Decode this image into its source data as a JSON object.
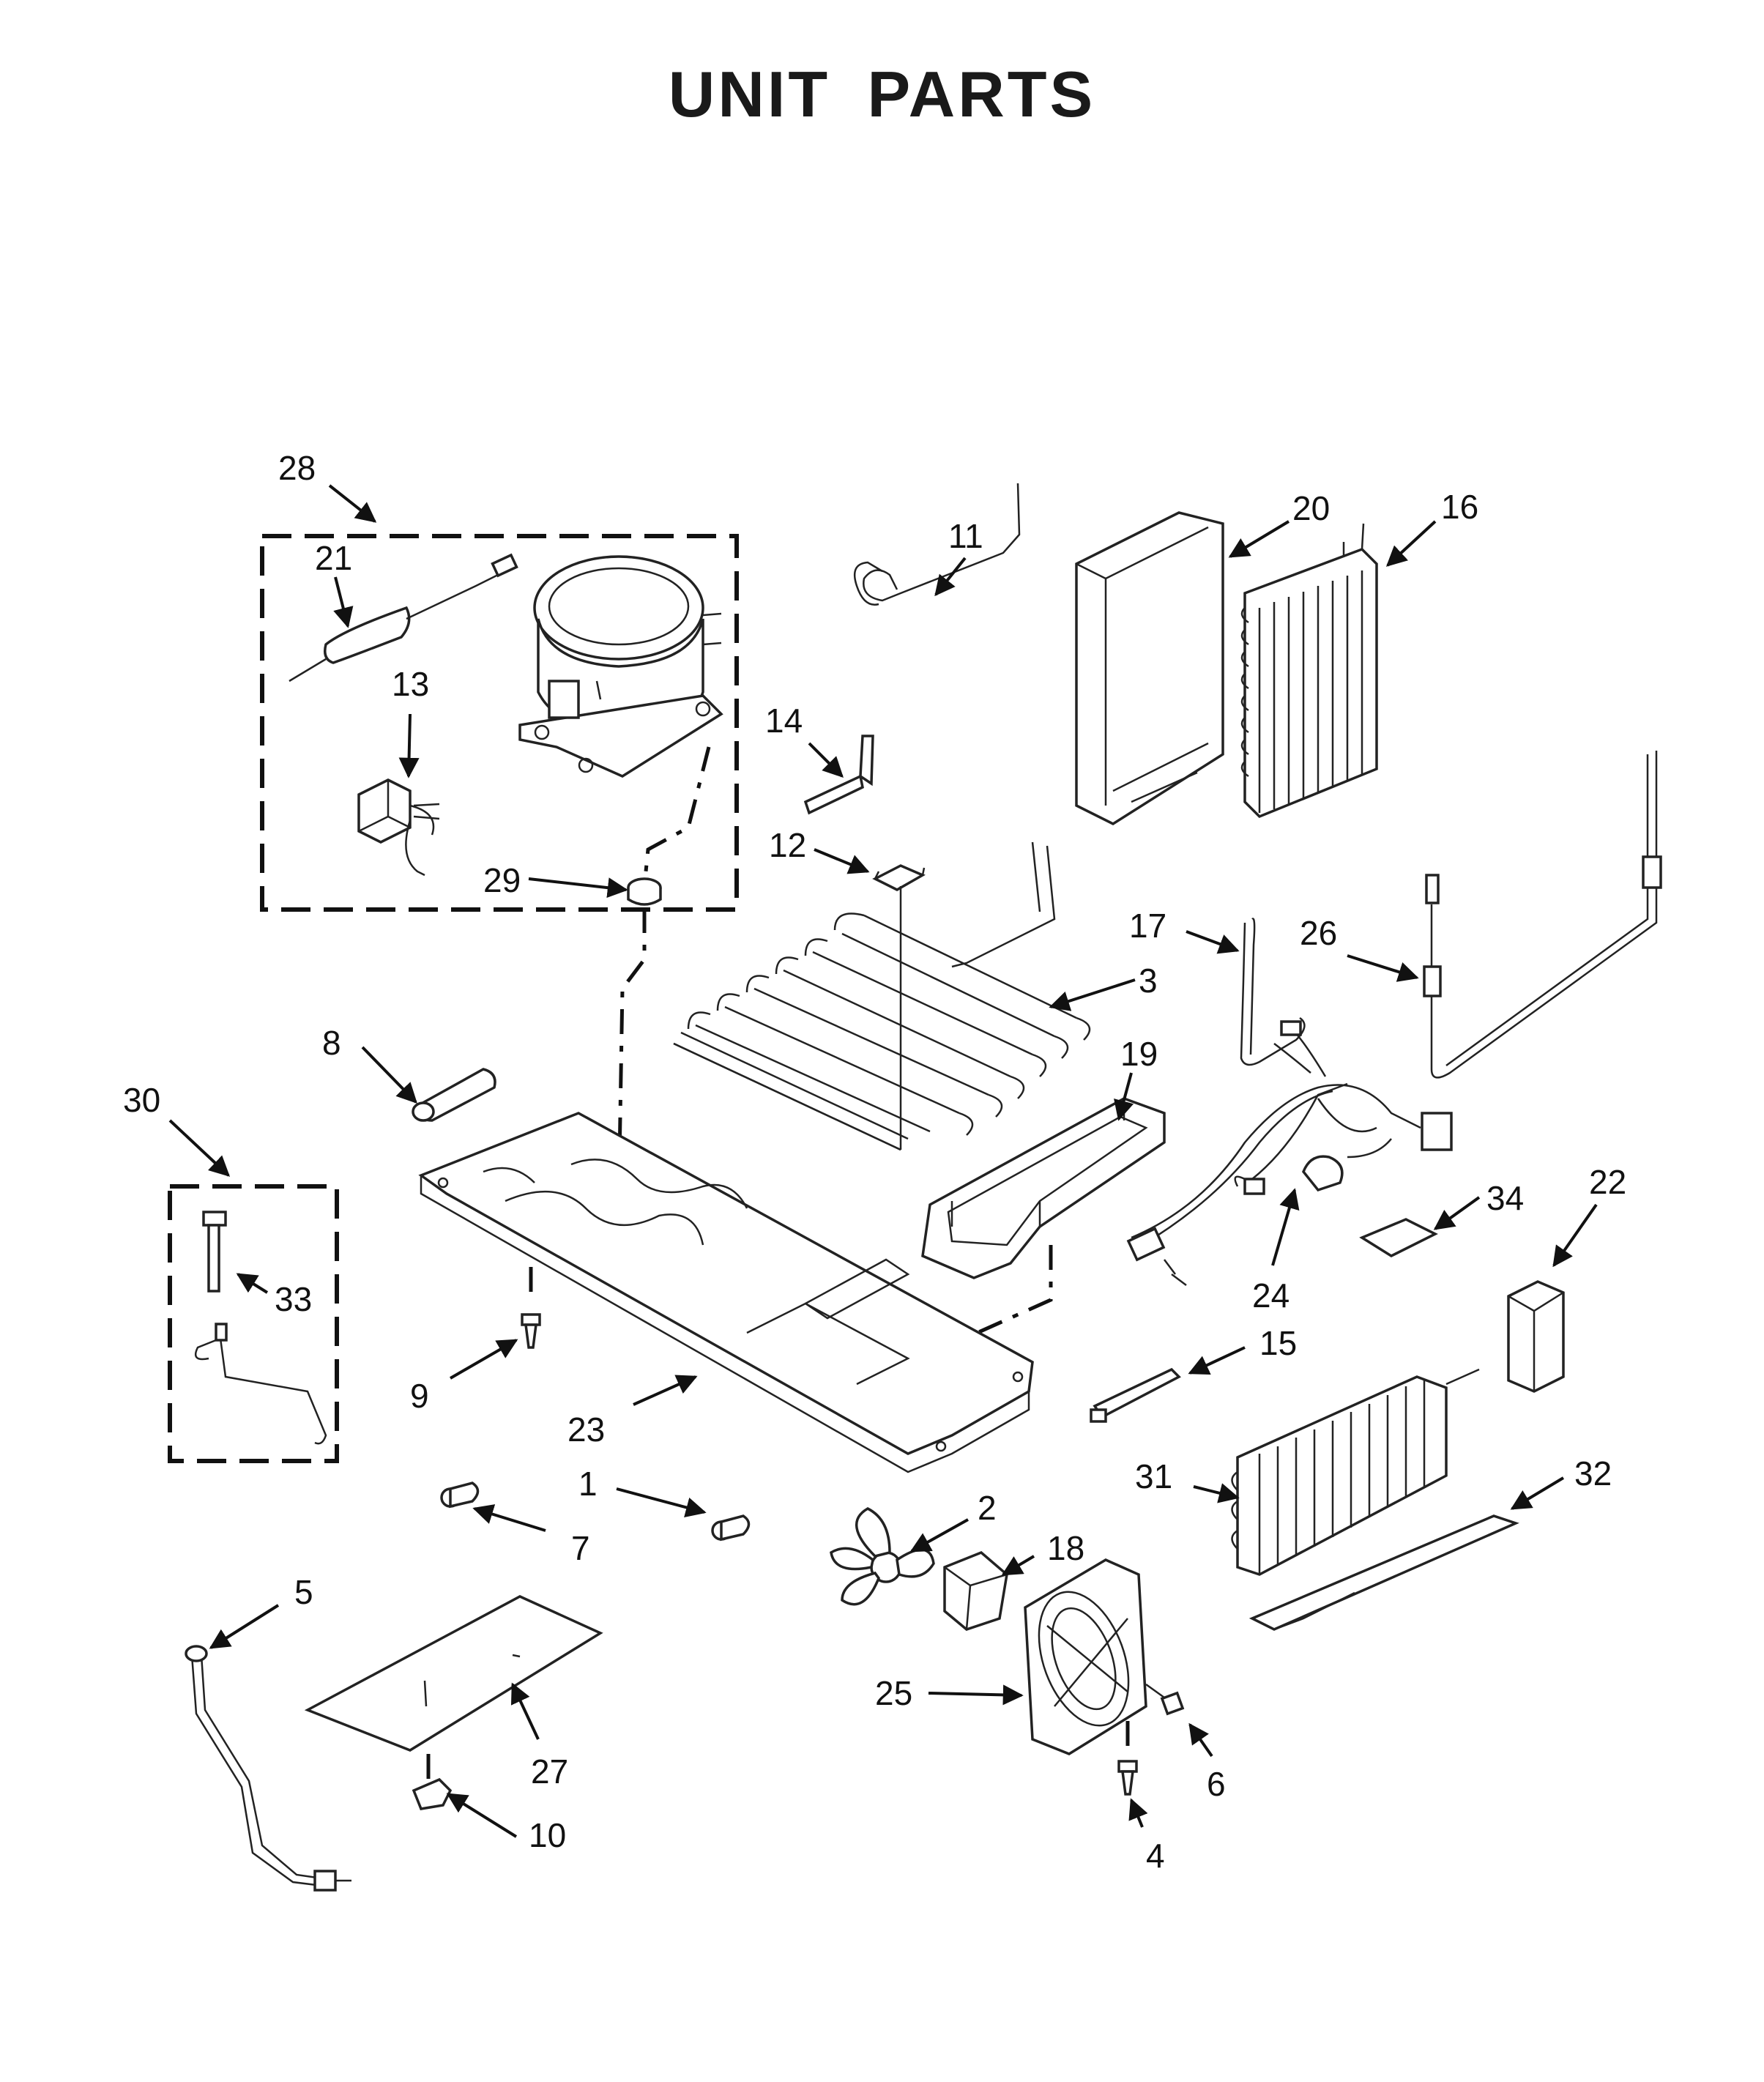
{
  "title": "UNIT PARTS",
  "callouts": {
    "c1": "1",
    "c2": "2",
    "c3": "3",
    "c4": "4",
    "c5": "5",
    "c6": "6",
    "c7": "7",
    "c8": "8",
    "c9": "9",
    "c10": "10",
    "c11": "11",
    "c12": "12",
    "c13": "13",
    "c14": "14",
    "c15": "15",
    "c16": "16",
    "c17": "17",
    "c18": "18",
    "c19": "19",
    "c20": "20",
    "c21": "21",
    "c22": "22",
    "c23": "23",
    "c24": "24",
    "c25": "25",
    "c26": "26",
    "c27": "27",
    "c28": "28",
    "c29": "29",
    "c30": "30",
    "c31": "31",
    "c32": "32",
    "c33": "33",
    "c34": "34"
  }
}
